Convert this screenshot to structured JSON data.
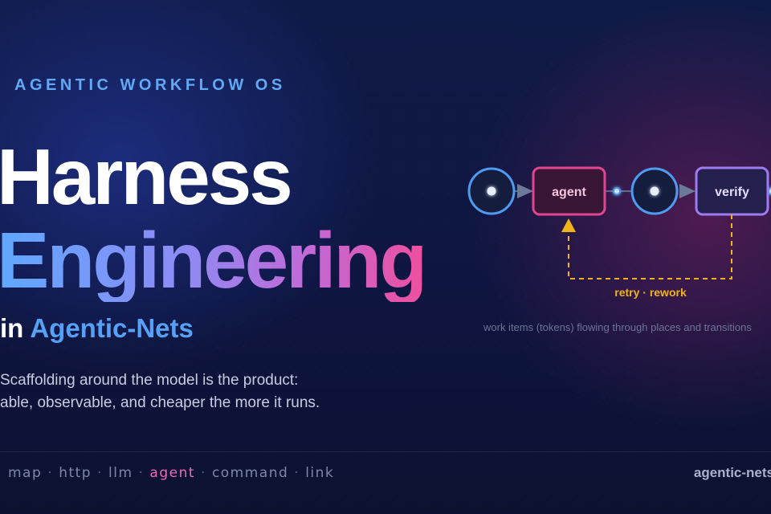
{
  "header": {
    "eyebrow": "AGENTIC WORKFLOW OS",
    "headline_line1": "Harness",
    "headline_line2": "Engineering",
    "subhead_prefix": "in",
    "subhead_accent": "Agentic-Nets",
    "blurb_line1": "Scaffolding around the model is the product:",
    "blurb_line2": "able, observable, and cheaper the more it runs."
  },
  "diagram": {
    "transitions": [
      {
        "label": "agent"
      },
      {
        "label": "verify"
      }
    ],
    "loop_label": "retry · rework",
    "caption": "work items (tokens) flowing through places and transitions"
  },
  "footer": {
    "kinds": [
      "map",
      "http",
      "llm",
      "agent",
      "command",
      "link"
    ],
    "highlighted_kind": "agent",
    "brand": "agentic-nets"
  },
  "colors": {
    "eyebrow": "#62a8f4",
    "accent": "#56a0f5",
    "place": "#4f9bf0",
    "agent": "#e2458f",
    "verify": "#9c7cf0",
    "loop": "#f1b418",
    "highlight": "#e86cb6"
  }
}
